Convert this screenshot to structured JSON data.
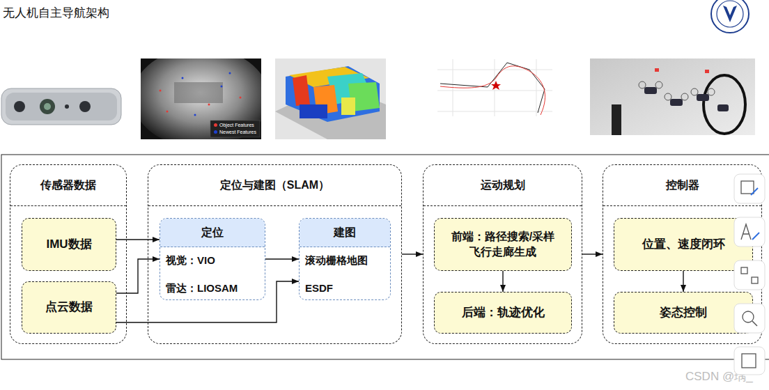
{
  "diagram": {
    "title": "无人机自主导航架构",
    "nodes": [
      {
        "text": [
          "传感器数据"
        ]
      },
      {
        "text": [
          "IMU数据"
        ],
        "in": 0
      },
      {
        "text": [
          "点云数据"
        ],
        "in": 0
      },
      {
        "text": [
          "定位与建图（SLAM）"
        ]
      },
      {
        "text": [
          "定位",
          "视觉：VIO",
          "雷达：LIOSAM"
        ],
        "in": 3
      },
      {
        "text": [
          "建图",
          "滚动栅格地图",
          "ESDF"
        ],
        "in": 3
      },
      {
        "text": [
          "运动规划"
        ]
      },
      {
        "text": [
          "前端：路径搜索/采样 飞行走廊生成"
        ],
        "in": 6
      },
      {
        "text": [
          "后端：轨迹优化"
        ],
        "in": 6
      },
      {
        "text": [
          "控制器"
        ]
      },
      {
        "text": [
          "位置、速度闭环"
        ],
        "in": 9
      },
      {
        "text": [
          "姿态控制"
        ],
        "in": 9
      }
    ],
    "edges": [
      {
        "from": 1,
        "to": 4,
        "arrow": "to"
      },
      {
        "from": 2,
        "to": 4,
        "arrow": "to"
      },
      {
        "from": 2,
        "to": 5,
        "arrow": "to"
      },
      {
        "from": 4,
        "to": 5,
        "arrow": "to"
      },
      {
        "from": 3,
        "to": 6,
        "arrow": "to"
      },
      {
        "from": 7,
        "to": 8,
        "arrow": "to"
      },
      {
        "from": 6,
        "to": 9,
        "arrow": "to"
      },
      {
        "from": 10,
        "to": 11,
        "arrow": "to"
      }
    ],
    "labels": [
      "CSDN @瑀_"
    ],
    "legend": [
      {
        "text": "Object Features",
        "color": "#e53935"
      },
      {
        "text": "Newest Features",
        "color": "#1e40d0"
      }
    ]
  }
}
